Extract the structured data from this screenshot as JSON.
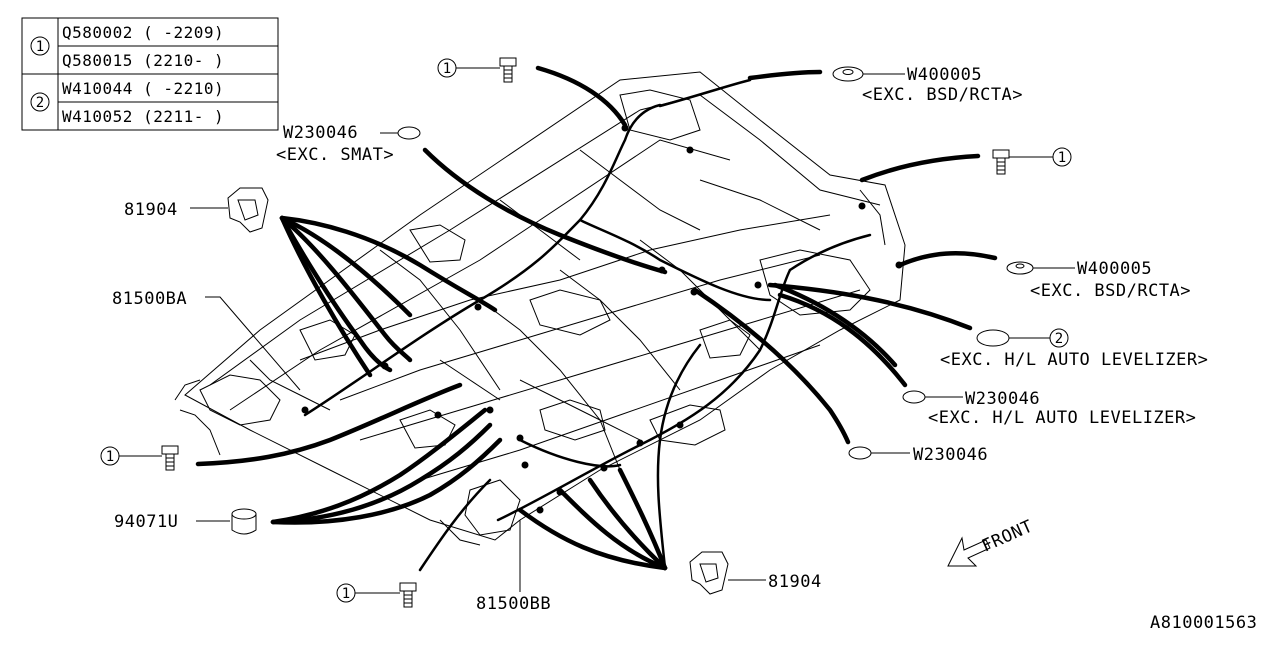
{
  "legend": {
    "rows": [
      {
        "key": "1",
        "codes": [
          "Q580002 ( -2209)",
          "Q580015 (2210- )"
        ]
      },
      {
        "key": "2",
        "codes": [
          "W410044 ( -2210)",
          "W410052 (2211- )"
        ]
      }
    ]
  },
  "callouts": {
    "w400005_top": {
      "part": "W400005",
      "note": "<EXC. BSD/RCTA>"
    },
    "w230046_left": {
      "part": "W230046",
      "note": "<EXC. SMAT>"
    },
    "bolt_top": "1",
    "bolt_right": "1",
    "bolt_left": "1",
    "bolt_bottom": "1",
    "clip_81904_left": "81904",
    "clip_81904_bottom": "81904",
    "harness_81500ba": "81500BA",
    "harness_81500bb": "81500BB",
    "grommet_94071u": "94071U",
    "w400005_right": {
      "part": "W400005",
      "note": "<EXC. BSD/RCTA>"
    },
    "plug_2_right": {
      "key": "2",
      "note": "<EXC. H/L AUTO LEVELIZER>"
    },
    "w230046_mid": {
      "part": "W230046",
      "note": "<EXC. H/L AUTO LEVELIZER>"
    },
    "w230046_low": {
      "part": "W230046"
    }
  },
  "front_label": "FRONT",
  "diagram_id": "A810001563"
}
